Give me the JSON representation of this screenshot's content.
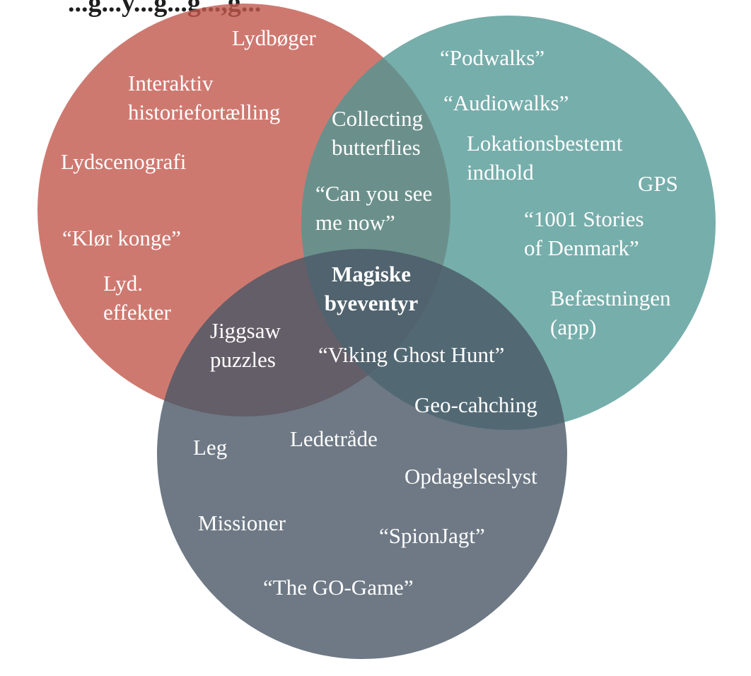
{
  "top_caption": "...g...y...g...g...,g...",
  "colors": {
    "red_circle": "#c2574c",
    "teal_circle": "#4f9794",
    "slate_circle": "#4a5866"
  },
  "circles": {
    "red": {
      "items": [
        [
          "Lydbøger"
        ],
        [
          "Interaktiv",
          "historiefortælling"
        ],
        [
          "Lydscenografi"
        ],
        [
          "“Klør konge”"
        ],
        [
          "Lyd.",
          "effekter"
        ]
      ]
    },
    "teal": {
      "items": [
        [
          "“Podwalks”"
        ],
        [
          "“Audiowalks”"
        ],
        [
          "Lokationsbestemt",
          "indhold"
        ],
        [
          "GPS"
        ],
        [
          "“1001 Stories",
          "of Denmark”"
        ],
        [
          "Befæstningen",
          "(app)"
        ]
      ]
    },
    "slate": {
      "items": [
        [
          "Leg"
        ],
        [
          "Ledetråde"
        ],
        [
          "Opdagelseslyst"
        ],
        [
          "Missioner"
        ],
        [
          "“SpionJagt”"
        ],
        [
          "“The GO-Game”"
        ]
      ]
    }
  },
  "overlaps": {
    "red_teal": [
      [
        "Collecting",
        "butterflies"
      ],
      [
        "“Can you see",
        "me now”"
      ]
    ],
    "red_slate": [
      [
        "Jiggsaw",
        "puzzles"
      ]
    ],
    "teal_slate": [
      [
        "Geo-cahching"
      ]
    ],
    "all_three": {
      "title": [
        "Magiske",
        "byeventyr"
      ],
      "items": [
        [
          "“Viking Ghost Hunt”"
        ]
      ]
    }
  }
}
